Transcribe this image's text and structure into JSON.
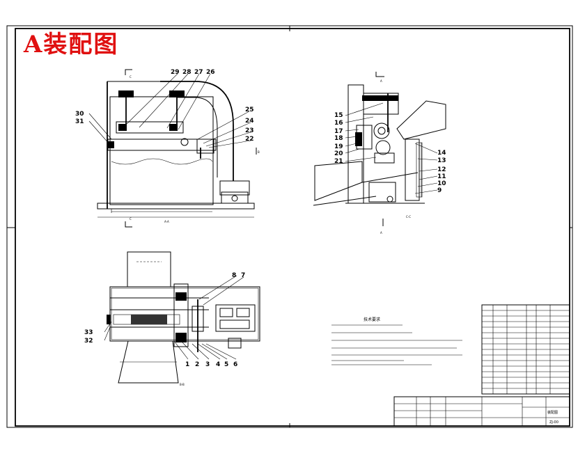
{
  "drawing": {
    "title": "A装配图",
    "colors": {
      "title": "#e01010",
      "line": "#000000",
      "background": "#ffffff"
    }
  },
  "views": {
    "front": {
      "section_label": "A-A",
      "cut_markers": [
        "C",
        "C",
        "B"
      ]
    },
    "side": {
      "section_label": "C-C",
      "cut_markers": [
        "A",
        "A"
      ]
    },
    "top": {
      "section_label": "B-B"
    }
  },
  "part_labels": {
    "front": [
      "29",
      "28",
      "27",
      "26",
      "30",
      "31",
      "25",
      "24",
      "23",
      "22"
    ],
    "side": [
      "15",
      "16",
      "17",
      "18",
      "19",
      "20",
      "21",
      "14",
      "13",
      "12",
      "11",
      "10",
      "9"
    ],
    "top": [
      "8",
      "7",
      "33",
      "32",
      "1",
      "2",
      "3",
      "4",
      "5",
      "6"
    ]
  },
  "technical_requirements": {
    "heading": "技术要求",
    "line_count": 7
  },
  "title_block": {
    "drawing_name": "装配图",
    "drawing_number": "ZJ-00"
  }
}
